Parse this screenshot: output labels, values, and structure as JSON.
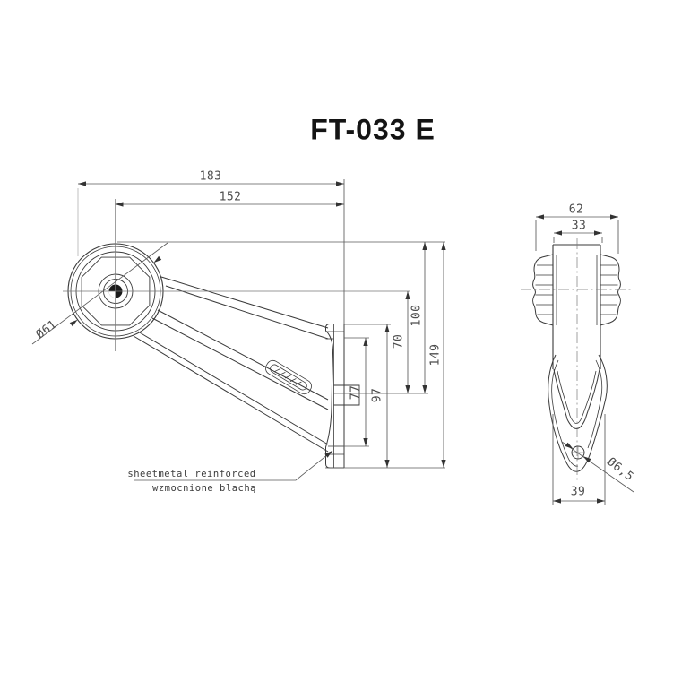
{
  "title": "FT-033 E",
  "front_view": {
    "dims": {
      "overall_width": "183",
      "center_to_base": "152",
      "lamp_diameter": "Ø61",
      "center_to_hole": "70",
      "top_to_hole": "100",
      "overall_height": "149",
      "plate_inner_height": "77",
      "base_height": "97"
    },
    "note": {
      "line1_en": "sheetmetal reinforced",
      "line2_pl": "wzmocnione blachą"
    }
  },
  "side_view": {
    "dims": {
      "head_width": "62",
      "body_width": "33",
      "base_width": "39",
      "hole_diameter": "Ø6,5"
    }
  },
  "colors": {
    "background": "#ffffff",
    "object_line": "#3a3a3a",
    "thin_line": "#6e6e6e",
    "dim_text": "#4d4d4d",
    "title_text": "#141414"
  }
}
